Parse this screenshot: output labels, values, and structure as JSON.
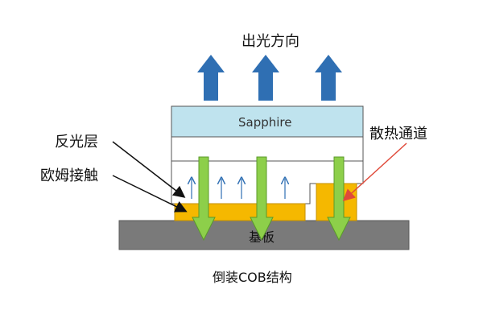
{
  "labels": {
    "light_direction": "出光方向",
    "sapphire": "Sapphire",
    "reflective_layer": "反光层",
    "ohmic_contact": "欧姆接触",
    "heat_dissipation_channel": "散热通道",
    "substrate": "基板",
    "caption": "倒装COB结构"
  },
  "colors": {
    "sapphire_fill": "#bfe3ee",
    "substrate_fill": "#7a7a7a",
    "contact_fill": "#f5b800",
    "green_arrow": "#8dcf4a",
    "blue_arrow": "#2f6fb3",
    "red_pointer": "#e04a3a"
  }
}
